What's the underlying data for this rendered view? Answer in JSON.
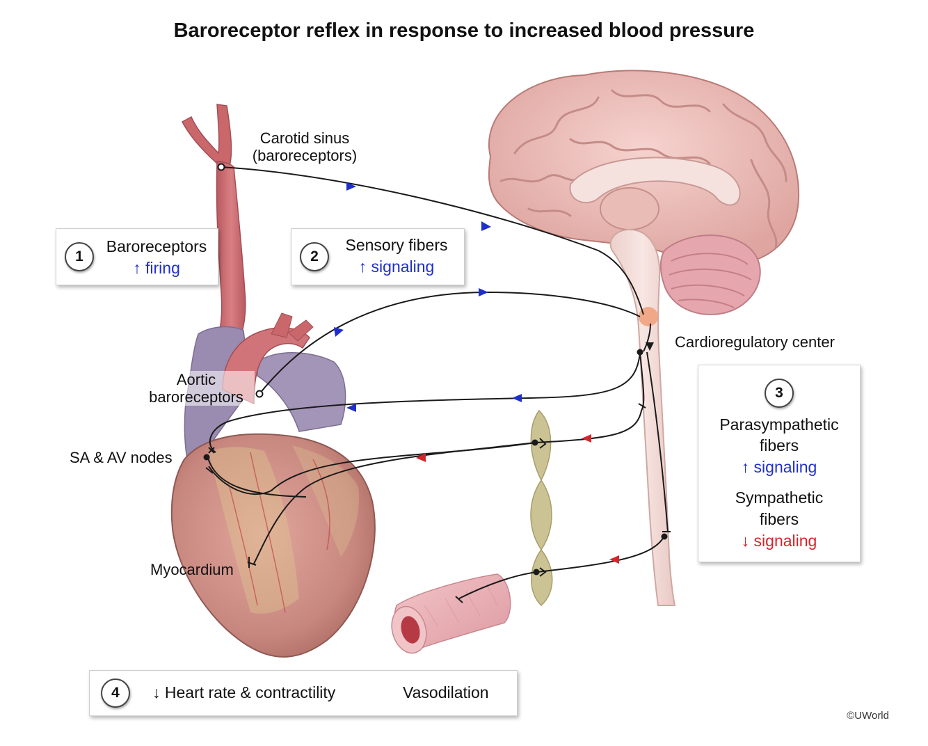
{
  "title": "Baroreceptor reflex in response to increased blood pressure",
  "labels": {
    "carotid_line1": "Carotid sinus",
    "carotid_line2": "(baroreceptors)",
    "aortic_line1": "Aortic",
    "aortic_line2": "baroreceptors",
    "sa_av": "SA & AV nodes",
    "myocardium": "Myocardium",
    "cardioregulatory": "Cardioregulatory center"
  },
  "box1": {
    "number": "1",
    "line1": "Baroreceptors",
    "line2": "↑ firing"
  },
  "box2": {
    "number": "2",
    "line1": "Sensory fibers",
    "line2": "↑ signaling"
  },
  "box3": {
    "number": "3",
    "para_line1": "Parasympathetic",
    "para_line2": "fibers",
    "para_line3": "↑ signaling",
    "symp_line1": "Sympathetic",
    "symp_line2": "fibers",
    "symp_line3": "↓ signaling"
  },
  "box4": {
    "number": "4",
    "effect1": "↓ Heart rate & contractility",
    "effect2": "Vasodilation"
  },
  "copyright": "©UWorld",
  "colors": {
    "afferent_arrow": "#1f2fc9",
    "sympathetic_arrow": "#d3262b",
    "nerve_line": "#1a1a1a",
    "artery": "#c9676b",
    "brain": "#e9b8b3",
    "heart": "#c98b86",
    "vein": "#9a8bb0",
    "ganglion_chain": "#c9c193",
    "cardio_center": "#f0a27e"
  }
}
